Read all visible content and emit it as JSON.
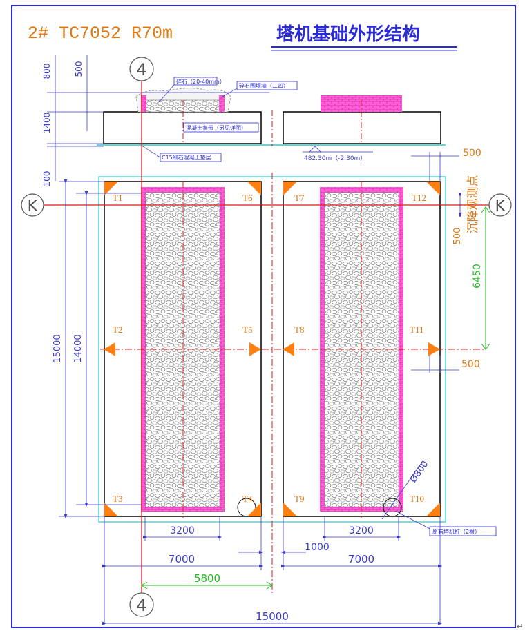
{
  "drawing": {
    "header": "2# TC7052 R70m",
    "title": "塔机基础外形结构",
    "corner_mark": "↵"
  },
  "axis_labels": {
    "grid_4": "4",
    "grid_k": "K"
  },
  "section_notes": {
    "gravel": "碎石（20-40mm）",
    "gravel_wall": "碎石围堰墙（二四）",
    "strip_foundation": "混凝土条带（另见详图）",
    "cushion": "C15细石混凝土垫层",
    "elevation": "482.30m（-2.30m）",
    "existing_pile": "原有塔机桩（2根）",
    "settlement_points": "沉降观测点"
  },
  "dimensions": {
    "d800": "800",
    "d500_top": "500",
    "d1400": "1400",
    "d100": "100",
    "d500_right_top": "500",
    "d500_right_mid": "500",
    "d500_right_low": "500",
    "d6450": "6450",
    "d15000_left": "15000",
    "d14000": "14000",
    "d3200_left": "3200",
    "d3200_right": "3200",
    "d7000_left": "7000",
    "d7000_right": "7000",
    "d1000": "1000",
    "d5800": "5800",
    "d15000_bottom": "15000",
    "pile_diameter": "Ø800"
  },
  "points": {
    "t1": "T1",
    "t2": "T2",
    "t3": "T3",
    "t4": "T4",
    "t5": "T5",
    "t6": "T6",
    "t7": "T7",
    "t8": "T8",
    "t9": "T9",
    "t10": "T10",
    "t11": "T11",
    "t12": "T12"
  },
  "colors": {
    "frame": "#2b2bd6",
    "dimension": "#3a3acc",
    "dimension_alt": "#22bb22",
    "axis": "#e01818",
    "label_orange": "#e07810",
    "fill_magenta": "#ff33cc",
    "cyan": "#22cccc",
    "outline": "#000000"
  }
}
